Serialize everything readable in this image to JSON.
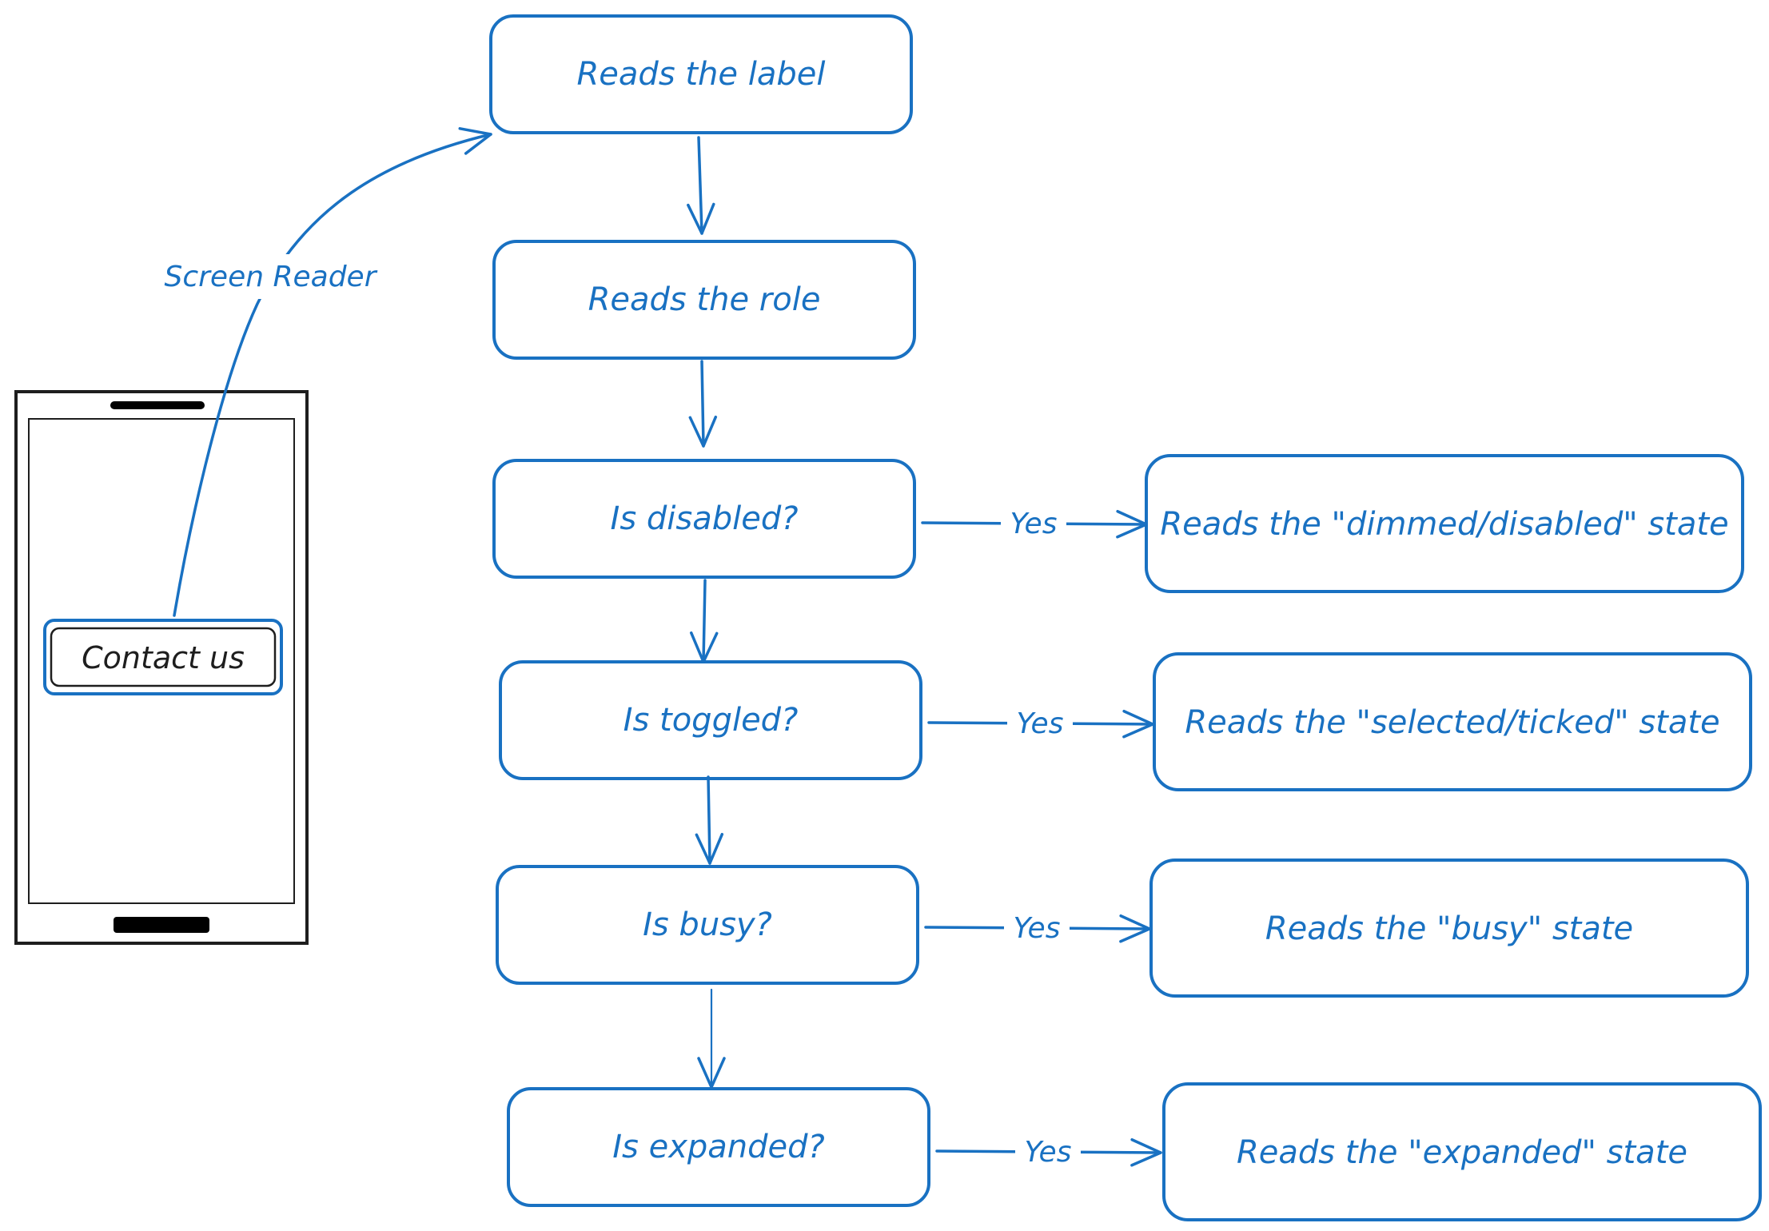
{
  "colors": {
    "accent": "#1971c2",
    "ink": "#1e1e1e"
  },
  "phone": {
    "button_label": "Contact us"
  },
  "screen_reader_label": "Screen Reader",
  "flow": {
    "reads_label": "Reads the label",
    "reads_role": "Reads the role",
    "is_disabled": "Is disabled?",
    "is_toggled": "Is toggled?",
    "is_busy": "Is busy?",
    "is_expanded": "Is expanded?"
  },
  "outcomes": {
    "disabled": "Reads the \"dimmed/disabled\" state",
    "toggled": "Reads the \"selected/ticked\" state",
    "busy": "Reads the \"busy\" state",
    "expanded": "Reads the \"expanded\" state"
  },
  "edge_labels": {
    "disabled_yes": "Yes",
    "toggled_yes": "Yes",
    "busy_yes": "Yes",
    "expanded_yes": "Yes"
  }
}
